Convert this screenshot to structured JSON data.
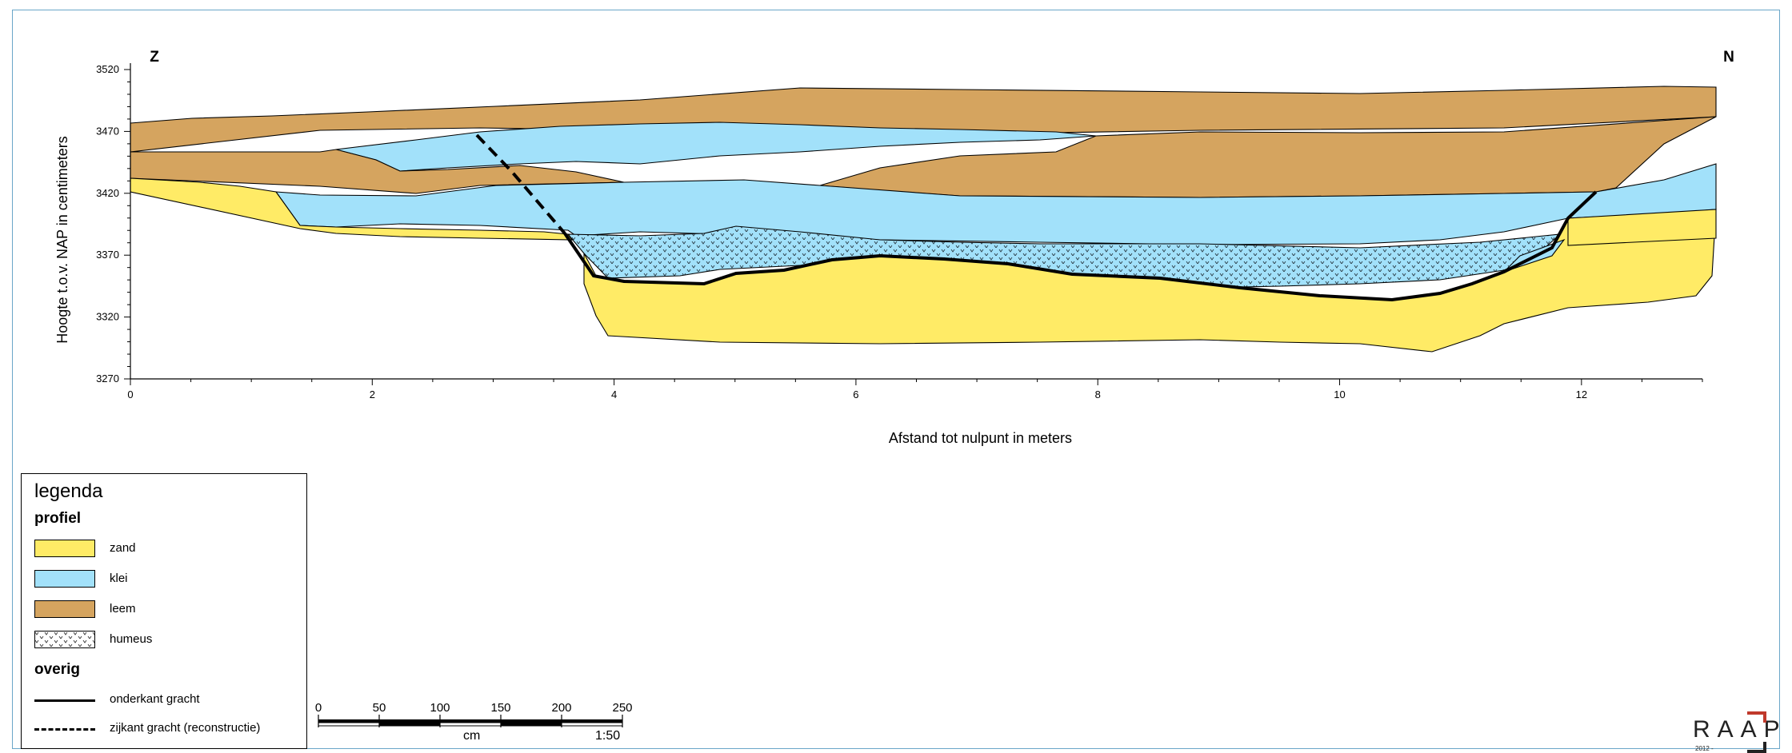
{
  "chart_data": {
    "type": "diagram",
    "ylabel": "Hoogte t.o.v. NAP in centimeters",
    "xlabel": "Afstand tot nulpunt in meters",
    "xlim": [
      0,
      13
    ],
    "ylim": [
      3270,
      3520
    ],
    "x_ticks": [
      "0",
      "2",
      "4",
      "6",
      "8",
      "10",
      "12"
    ],
    "y_ticks": [
      "3520",
      "3470",
      "3420",
      "3370",
      "3320",
      "3270"
    ],
    "side_labels": {
      "left": "Z",
      "right": "N"
    },
    "layers": [
      {
        "material": "zand",
        "color": "#ffeb66"
      },
      {
        "material": "klei",
        "color": "#a2e1fa"
      },
      {
        "material": "leem",
        "color": "#d5a45f"
      },
      {
        "material": "humeus",
        "pattern": "dotted"
      }
    ],
    "lines": [
      {
        "name": "onderkant gracht",
        "style": "solid"
      },
      {
        "name": "zijkant gracht (reconstructie)",
        "style": "dashed"
      }
    ]
  },
  "legend": {
    "title": "legenda",
    "section_profiel": "profiel",
    "items": [
      {
        "label": "zand",
        "color": "#ffeb66"
      },
      {
        "label": "klei",
        "color": "#a2e1fa"
      },
      {
        "label": "leem",
        "color": "#d5a45f"
      },
      {
        "label": "humeus",
        "pattern": "dotted"
      }
    ],
    "section_overig": "overig",
    "line_items": [
      {
        "label": "onderkant gracht",
        "style": "solid"
      },
      {
        "label": "zijkant gracht (reconstructie)",
        "style": "dashed"
      }
    ]
  },
  "scale_bar": {
    "ticks": [
      "0",
      "50",
      "100",
      "150",
      "200",
      "250"
    ],
    "unit": "cm",
    "ratio": "1:50"
  },
  "logo": {
    "text": "RAAP",
    "year": "2012 -"
  }
}
